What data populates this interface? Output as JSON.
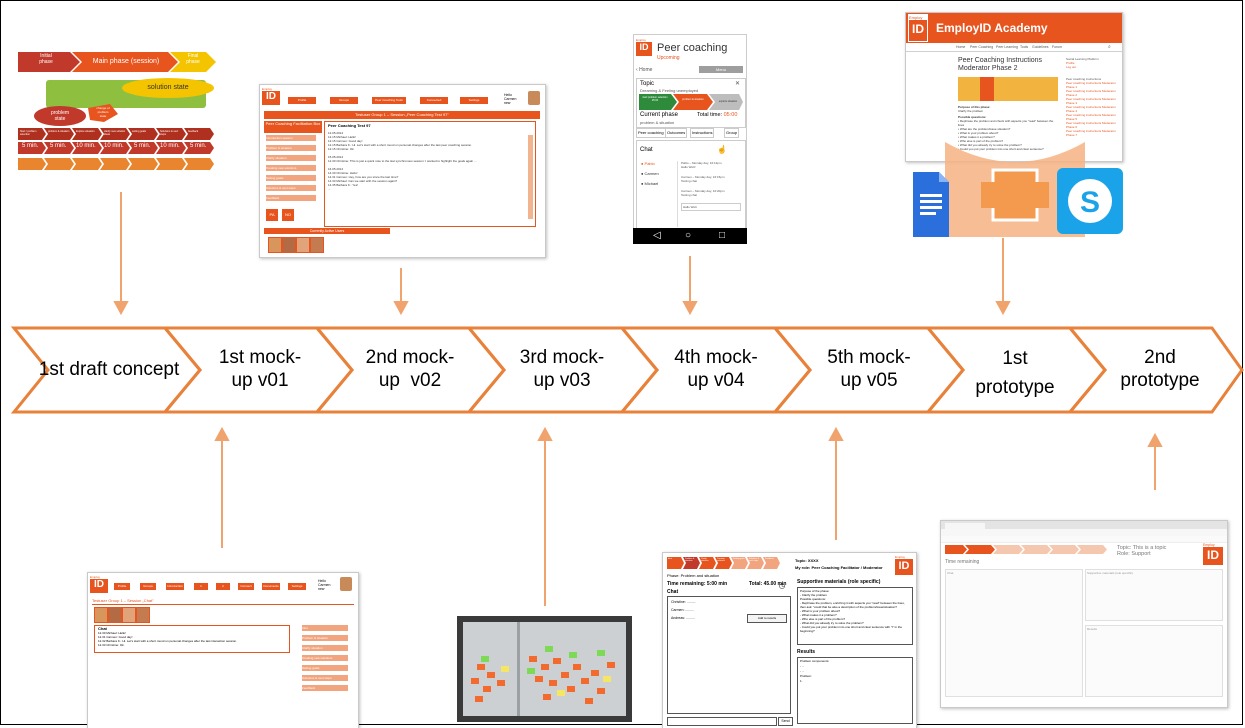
{
  "colors": {
    "accent": "#e8541e",
    "arrow": "#f0a36c",
    "chevron_border": "#e8813a",
    "green": "#2e8b3c"
  },
  "timeline": {
    "steps": [
      {
        "label": "1st draft concept"
      },
      {
        "label": "1st mock-\nup v01"
      },
      {
        "label": "2nd mock-\nup  v02"
      },
      {
        "label": "3rd mock-\nup v03"
      },
      {
        "label": "4th mock-\nup v04"
      },
      {
        "label": "5th mock-\nup v05"
      },
      {
        "label": "1st\nprototype"
      },
      {
        "label": "2nd\nprototype"
      }
    ]
  },
  "concept": {
    "initial": "Initial\nphase",
    "main": "Main phase (session)",
    "final": "Final\nphase",
    "problem": "problem\nstate",
    "change": "change of\nproblem\nstate",
    "solution": "solution state",
    "times": [
      "5 min.",
      "5 min.",
      "10 min.",
      "10 min.",
      "5 min.",
      "10 min.",
      "5 min."
    ],
    "row1": [
      "Start / problem selection",
      "problem & situation",
      "Explore situation",
      "clarify new solution ideas",
      "setting goals",
      "Solutions & next steps",
      "feedback"
    ]
  },
  "v02": {
    "logo_top": "Employ",
    "logo_main": "ID",
    "nav": [
      "Profile",
      "Groups",
      "Peer Coaching Tools",
      "Connected",
      "Settings"
    ],
    "user": "Hello\nCarmen\nnew",
    "session_title": "Testuser Group 1 – Session „Peer Coaching Test 97\"",
    "box_title": "Peer Coaching Facilitation Box",
    "panel_title": "Peer Coaching Test 97",
    "side_items": [
      "Introduction session",
      "Problem & situation",
      "Clarify situation",
      "Creating new solutions",
      "Setting goals",
      "Solutions & next steps",
      "Feedback"
    ],
    "log": [
      "12.05.2014",
      "12.15 Michael: Hello!",
      "12.15 Carmen: Good day!",
      "12.15 Barbara K.: Hi. Let's start with a short round on personal changes after the last peer coaching session.",
      "12.15 Christine: Ok.",
      "",
      "15.05.2014",
      "12.30 Christine: This is just a quick note to the last synchronous session: I wanted to highlight the goals again ...",
      "",
      "16.05.2014",
      "14.30 Christine: Hello!",
      "14.31 Carmen: Hey, how are you since the last time?",
      "14.33 Michael: Can we start with the session again?",
      "14.35 Barbara K.: Yes!",
      "..."
    ],
    "active_users": "Currently Active Users",
    "buttons": [
      "PA",
      "NO"
    ]
  },
  "v04": {
    "app_title": "Peer coaching",
    "status": "Upcoming",
    "back": "Home",
    "menu": "Menu",
    "topic_label": "Topic",
    "topic": "Dreaming & Feeling unemployed",
    "chevrons": [
      "start problem selection 05:00",
      "problem & situation",
      "explore situation"
    ],
    "phase_label": "Current phase",
    "phase": "problem & situation",
    "total_label": "Total time:",
    "total_value": "05:00",
    "tabs": [
      "Peer coaching",
      "Outcomes",
      "Instructions",
      "Group"
    ],
    "chat_title": "Chat",
    "users": [
      "Pablo",
      "Carmen",
      "Michael"
    ],
    "messages": [
      "Pablo – Monday day, 16:12pm\nHallo Welt!",
      "Carmen – Monday day, 16:15pm\nTesting chat",
      "Carmen – Monday day, 16:20pm\nTesting chat",
      "Hallo Welt"
    ]
  },
  "proto1": {
    "logo_top": "Employ",
    "logo_main": "ID",
    "brand": "EmployID Academy",
    "nav": [
      "Home",
      "Peer Coaching",
      "Peer Learning",
      "Tools",
      "Guidelines",
      "Forum"
    ],
    "title": "Peer Coaching Instructions Moderator Phase 2",
    "section": "Purpose of this phase:",
    "purpose": "Clarify the problem",
    "questions_label": "Possible questions:",
    "questions": [
      "Rephrase the problem and check with aspects you \"read\" between the lines",
      "What are the problem/issue situation?",
      "What is your problem about?",
      "What makes it a problem?",
      "Who else is part of the problem?",
      "What did you already try to solve the problem?",
      "Could you put your problem into one short and clear sentence?"
    ],
    "sidebar_title": "Social Learning Platform",
    "sidebar_links": [
      "Profile",
      "Log out"
    ],
    "sidebar_title2": "Peer coaching instructions",
    "sidebar_items": [
      "Peer coaching instructions Moderator Phase 1",
      "Peer coaching instructions Moderator Phase 2",
      "Peer coaching instructions Moderator Phase 3",
      "Peer coaching instructions Moderator Phase 4",
      "Peer coaching instructions Moderator Phase 5",
      "Peer coaching instructions Moderator Phase 6",
      "Peer coaching instructions Moderator Phase 7"
    ]
  },
  "v01": {
    "nav": [
      "Profile",
      "Groups",
      "Introduction",
      "1",
      "2",
      "Connect",
      "Documents",
      "Settings"
    ],
    "user": "Hello\nCarmen\nnew",
    "title": "Testuser Group 1 – Session „Chat\"",
    "chat_label": "Chat",
    "log": [
      "12.30 Michael: Hello!",
      "12.31 Carmen: Good day!",
      "12.32 Barbara K.: Hi. Let's start with a short round on personal changes after the last interaction session.",
      "12.33 Christine: Ok."
    ],
    "side_items": [
      "Intro",
      "Problem & situation",
      "Clarify situation",
      "Creating new solutions",
      "Setting goals",
      "Solutions & next steps",
      "Feedback"
    ]
  },
  "v05": {
    "topic": "Topic: XXXX",
    "role": "My role: Peer Coaching Facilitator / Moderator",
    "phase": "Phase: Problem and situation",
    "time_remaining": "Time remaining:  5:00 min",
    "total": "Total: 45.00 min",
    "chat": "Chat",
    "lines": [
      "Christine: .........",
      "Carmen: .........",
      "Andreas: ........."
    ],
    "add_button": "Add to results",
    "materials": "Supportive materials (role specific)",
    "materials_lines": [
      "Purpose of the phase:",
      "- Clarify the problem",
      "Possible questions:",
      "- Rephrase the problem, enriching it with aspects you \"read\" between the lines, then ask: \"could that be also a description of the problem/issue/situation?",
      "- What is your problem about?",
      "- What makes it a problem?",
      "- Who else is part of the problem?",
      "- What did you already try to solve the problem?",
      "- Could you put your problem into one short and clear sentence with \"I\" in the beginning?"
    ],
    "results": "Results",
    "results_lines": [
      "Problem components:",
      "- ...",
      "- ...",
      "Problem:",
      "1."
    ],
    "send": "Send",
    "logo_top": "Employ",
    "logo_main": "ID",
    "chevrons": [
      "Intro",
      "Problem & situation",
      "Clarify situation",
      "Creating solutions",
      "Setting goals",
      "Solutions & next steps",
      "Feedback"
    ]
  },
  "proto2": {
    "topic": "Topic: This is a topic",
    "role": "Role: Support",
    "time_remaining": "Time remaining",
    "logo_top": "Employ",
    "logo_main": "ID",
    "col1": "Chat",
    "col2": "Supportive materials (role specific)",
    "col3": "Results"
  }
}
